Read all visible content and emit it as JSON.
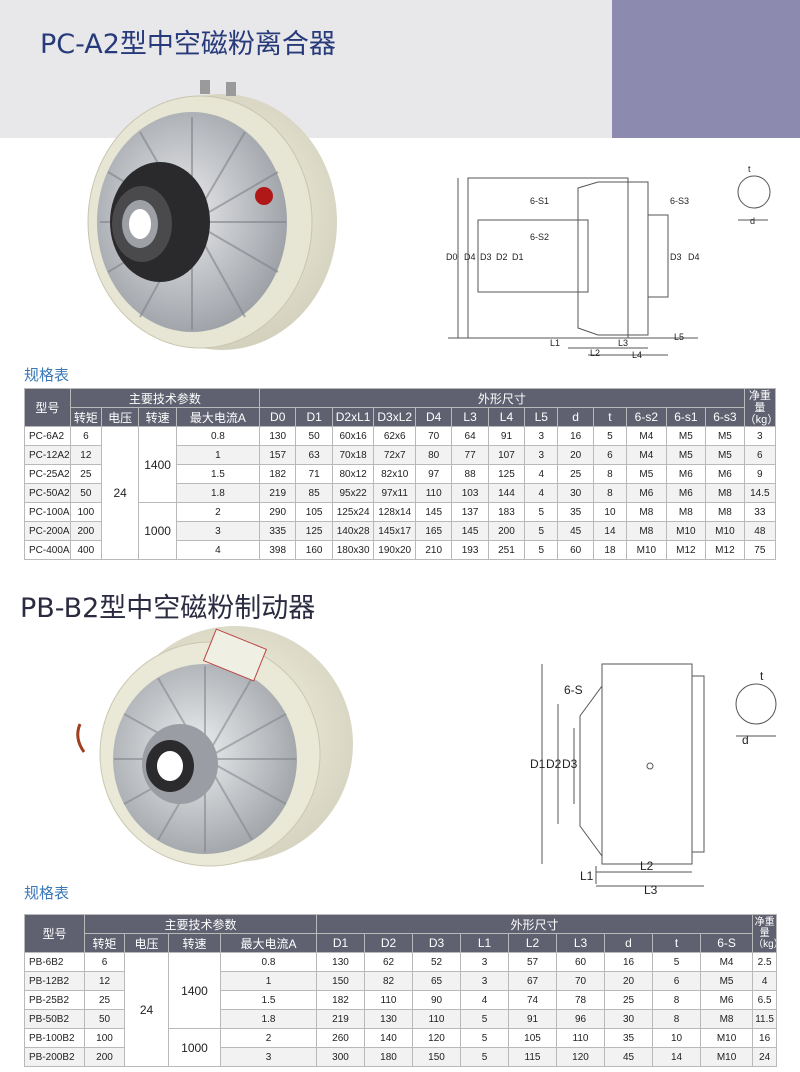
{
  "product_a": {
    "title": "PC-A2型中空磁粉离合器",
    "spec_label": "规格表",
    "drawing_labels": [
      "6-S1",
      "6-S3",
      "6-S2",
      "D0",
      "D4",
      "D3",
      "D2",
      "D1",
      "D3",
      "D4",
      "L1",
      "L2",
      "L3",
      "L4",
      "L5",
      "t",
      "d"
    ],
    "headers": {
      "model": "型号",
      "tech": "主要技术参数",
      "dims": "外形尺寸",
      "weight": "净重量（kg）",
      "torque": "转矩",
      "voltage": "电压",
      "speed": "转速",
      "current": "最大电流A",
      "dim_cols": [
        "D0",
        "D1",
        "D2xL1",
        "D3xL2",
        "D4",
        "L3",
        "L4",
        "L5",
        "d",
        "t",
        "6-s2",
        "6-s1",
        "6-s3"
      ]
    },
    "voltage": "24",
    "speed_groups": [
      "1400",
      "1000"
    ],
    "rows": [
      {
        "model": "PC-6A2",
        "torque": "6",
        "current": "0.8",
        "dims": [
          "130",
          "50",
          "60x16",
          "62x6",
          "70",
          "64",
          "91",
          "3",
          "16",
          "5",
          "M4",
          "M5",
          "M5"
        ],
        "weight": "3"
      },
      {
        "model": "PC-12A2",
        "torque": "12",
        "current": "1",
        "dims": [
          "157",
          "63",
          "70x18",
          "72x7",
          "80",
          "77",
          "107",
          "3",
          "20",
          "6",
          "M4",
          "M5",
          "M5"
        ],
        "weight": "6"
      },
      {
        "model": "PC-25A2",
        "torque": "25",
        "current": "1.5",
        "dims": [
          "182",
          "71",
          "80x12",
          "82x10",
          "97",
          "88",
          "125",
          "4",
          "25",
          "8",
          "M5",
          "M6",
          "M6"
        ],
        "weight": "9"
      },
      {
        "model": "PC-50A2",
        "torque": "50",
        "current": "1.8",
        "dims": [
          "219",
          "85",
          "95x22",
          "97x11",
          "110",
          "103",
          "144",
          "4",
          "30",
          "8",
          "M6",
          "M6",
          "M8"
        ],
        "weight": "14.5"
      },
      {
        "model": "PC-100A2",
        "torque": "100",
        "current": "2",
        "dims": [
          "290",
          "105",
          "125x24",
          "128x14",
          "145",
          "137",
          "183",
          "5",
          "35",
          "10",
          "M8",
          "M8",
          "M8"
        ],
        "weight": "33"
      },
      {
        "model": "PC-200A2",
        "torque": "200",
        "current": "3",
        "dims": [
          "335",
          "125",
          "140x28",
          "145x17",
          "165",
          "145",
          "200",
          "5",
          "45",
          "14",
          "M8",
          "M10",
          "M10"
        ],
        "weight": "48"
      },
      {
        "model": "PC-400A2",
        "torque": "400",
        "current": "4",
        "dims": [
          "398",
          "160",
          "180x30",
          "190x20",
          "210",
          "193",
          "251",
          "5",
          "60",
          "18",
          "M10",
          "M12",
          "M12"
        ],
        "weight": "75"
      }
    ]
  },
  "product_b": {
    "title": "PB-B2型中空磁粉制动器",
    "spec_label": "规格表",
    "drawing_labels": [
      "6-S",
      "D1",
      "D2",
      "D3",
      "L1",
      "L2",
      "L3",
      "t",
      "d"
    ],
    "headers": {
      "model": "型号",
      "tech": "主要技术参数",
      "dims": "外形尺寸",
      "weight": "净重量（kg）",
      "torque": "转矩",
      "voltage": "电压",
      "speed": "转速",
      "current": "最大电流A",
      "dim_cols": [
        "D1",
        "D2",
        "D3",
        "L1",
        "L2",
        "L3",
        "d",
        "t",
        "6-S"
      ]
    },
    "voltage": "24",
    "speed_groups": [
      "1400",
      "1000"
    ],
    "rows": [
      {
        "model": "PB-6B2",
        "torque": "6",
        "current": "0.8",
        "dims": [
          "130",
          "62",
          "52",
          "3",
          "57",
          "60",
          "16",
          "5",
          "M4"
        ],
        "weight": "2.5"
      },
      {
        "model": "PB-12B2",
        "torque": "12",
        "current": "1",
        "dims": [
          "150",
          "82",
          "65",
          "3",
          "67",
          "70",
          "20",
          "6",
          "M5"
        ],
        "weight": "4"
      },
      {
        "model": "PB-25B2",
        "torque": "25",
        "current": "1.5",
        "dims": [
          "182",
          "110",
          "90",
          "4",
          "74",
          "78",
          "25",
          "8",
          "M6"
        ],
        "weight": "6.5"
      },
      {
        "model": "PB-50B2",
        "torque": "50",
        "current": "1.8",
        "dims": [
          "219",
          "130",
          "110",
          "5",
          "91",
          "96",
          "30",
          "8",
          "M8"
        ],
        "weight": "11.5"
      },
      {
        "model": "PB-100B2",
        "torque": "100",
        "current": "2",
        "dims": [
          "260",
          "140",
          "120",
          "5",
          "105",
          "110",
          "35",
          "10",
          "M10"
        ],
        "weight": "16"
      },
      {
        "model": "PB-200B2",
        "torque": "200",
        "current": "3",
        "dims": [
          "300",
          "180",
          "150",
          "5",
          "115",
          "120",
          "45",
          "14",
          "M10"
        ],
        "weight": "24"
      }
    ]
  }
}
